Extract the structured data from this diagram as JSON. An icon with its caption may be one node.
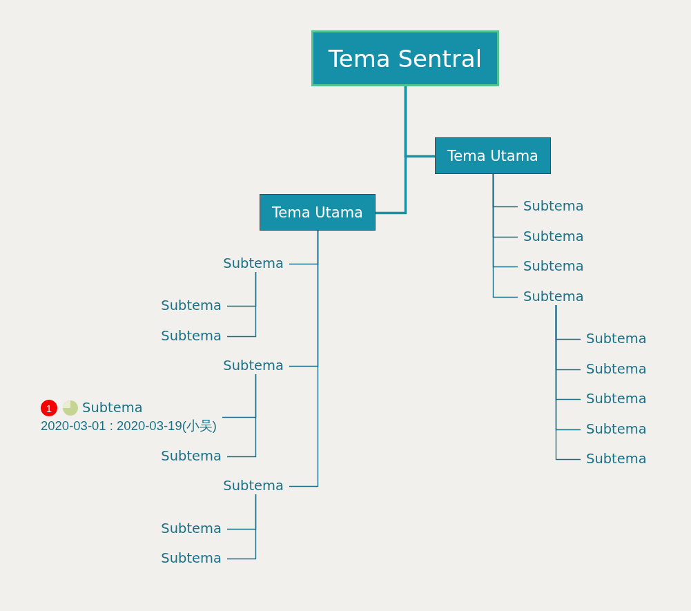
{
  "diagram": {
    "nodes": [
      {
        "text": [
          "Tema Sentral"
        ]
      },
      {
        "text": [
          "Tema Utama"
        ]
      },
      {
        "text": [
          "Tema Utama"
        ]
      },
      {
        "text": [
          "Subtema"
        ]
      },
      {
        "text": [
          "Subtema"
        ]
      },
      {
        "text": [
          "Subtema"
        ]
      },
      {
        "text": [
          "Subtema"
        ]
      },
      {
        "text": [
          "Subtema"
        ]
      },
      {
        "text": [
          "Subtema"
        ]
      },
      {
        "text": [
          "Subtema"
        ]
      },
      {
        "text": [
          "Subtema"
        ]
      },
      {
        "text": [
          "Subtema"
        ]
      },
      {
        "text": [
          "Subtema"
        ]
      },
      {
        "text": [
          "Subtema"
        ]
      },
      {
        "text": [
          "Subtema"
        ]
      },
      {
        "text": [
          "Subtema"
        ]
      },
      {
        "text": [
          "Subtema"
        ],
        "beside": [
          "2020-03-01 : 2020-03-19(小吴)"
        ]
      },
      {
        "text": [
          "Subtema"
        ]
      },
      {
        "text": [
          "Subtema"
        ]
      },
      {
        "text": [
          "Subtema"
        ]
      },
      {
        "text": [
          "Subtema"
        ]
      }
    ],
    "edges": [
      {
        "from": 0,
        "to": 1,
        "arrow": "none",
        "style": "thick",
        "color": "#1891a9"
      },
      {
        "from": 0,
        "to": 2,
        "arrow": "none",
        "style": "thick",
        "color": "#1891a9"
      },
      {
        "from": 1,
        "to": 3,
        "arrow": "none"
      },
      {
        "from": 1,
        "to": 4,
        "arrow": "none"
      },
      {
        "from": 1,
        "to": 5,
        "arrow": "none"
      },
      {
        "from": 1,
        "to": 6,
        "arrow": "none"
      },
      {
        "from": 6,
        "to": 7,
        "arrow": "none"
      },
      {
        "from": 6,
        "to": 8,
        "arrow": "none"
      },
      {
        "from": 6,
        "to": 9,
        "arrow": "none"
      },
      {
        "from": 6,
        "to": 10,
        "arrow": "none"
      },
      {
        "from": 6,
        "to": 11,
        "arrow": "none"
      },
      {
        "from": 2,
        "to": 12,
        "arrow": "none"
      },
      {
        "from": 2,
        "to": 15,
        "arrow": "none"
      },
      {
        "from": 2,
        "to": 18,
        "arrow": "none"
      },
      {
        "from": 12,
        "to": 13,
        "arrow": "none"
      },
      {
        "from": 12,
        "to": 14,
        "arrow": "none"
      },
      {
        "from": 15,
        "to": 16,
        "arrow": "none"
      },
      {
        "from": 15,
        "to": 17,
        "arrow": "none"
      },
      {
        "from": 18,
        "to": 19,
        "arrow": "none"
      },
      {
        "from": 18,
        "to": 20,
        "arrow": "none"
      }
    ],
    "labels": [
      "1"
    ]
  }
}
